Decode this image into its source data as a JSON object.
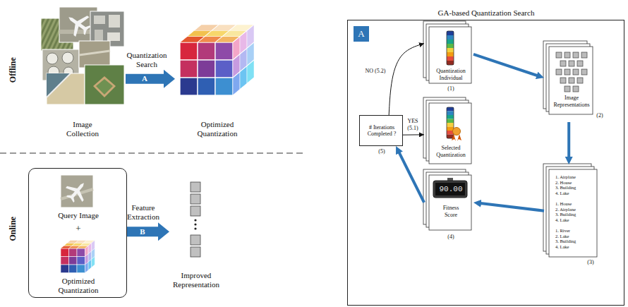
{
  "diagram": {
    "nodes": [
      {
        "text": [
          "Image Collection"
        ]
      },
      {
        "text": [
          "Optimized Quantization"
        ]
      },
      {
        "text": [
          "Query Image",
          "+",
          "Optimized Quantization"
        ]
      },
      {
        "text": [
          "Improved Representation"
        ]
      },
      {
        "text": [
          "GA-based Quantization Search",
          "A"
        ]
      },
      {
        "text": [
          "Quantization Individual",
          "(1)"
        ],
        "in": 4
      },
      {
        "text": [
          "Image Representations",
          "(2)"
        ],
        "in": 4
      },
      {
        "text": [
          "1. Airplane",
          "2. House",
          "3. Building",
          "4. Lake",
          "1. House",
          "2. Airplane",
          "3. Building",
          "4. Lake",
          "1. River",
          "2. Lake",
          "3. Building",
          "4. Lake",
          "(3)"
        ],
        "in": 4
      },
      {
        "text": [
          "90.00",
          "Fitness Score",
          "(4)"
        ],
        "in": 4
      },
      {
        "text": [
          "# Iterations Completed ?",
          "(5)"
        ],
        "in": 4
      },
      {
        "text": [
          "Selected Quantization"
        ],
        "in": 4
      }
    ],
    "edges": [
      {
        "from": 0,
        "to": 1,
        "label": "Quantization Search",
        "arrow": "to"
      },
      {
        "from": 2,
        "to": 3,
        "label": "Feature Extraction",
        "arrow": "to"
      },
      {
        "from": 5,
        "to": 6,
        "arrow": "to"
      },
      {
        "from": 6,
        "to": 7,
        "arrow": "to"
      },
      {
        "from": 7,
        "to": 8,
        "arrow": "to"
      },
      {
        "from": 8,
        "to": 9,
        "arrow": "to"
      },
      {
        "from": 9,
        "to": 10,
        "label": "YES (5.1)",
        "arrow": "to"
      },
      {
        "from": 9,
        "to": 5,
        "label": "NO (5.2)",
        "arrow": "to"
      }
    ],
    "labels": [
      "Offline",
      "A",
      "Online",
      "B"
    ]
  }
}
